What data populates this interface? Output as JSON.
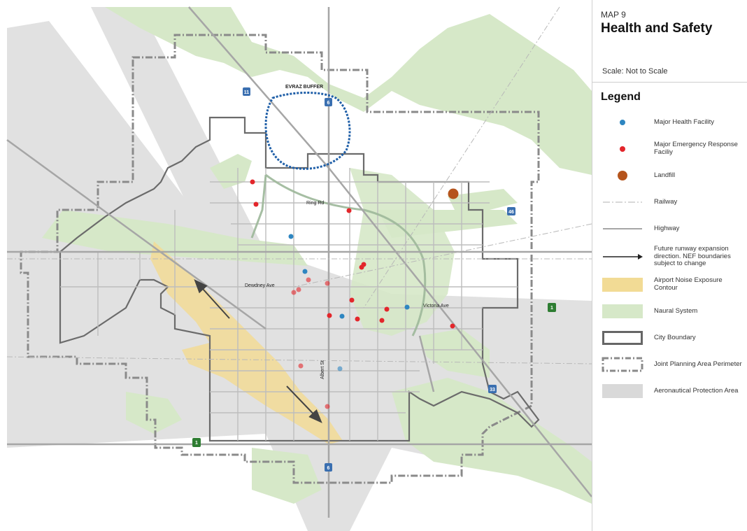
{
  "title_block": {
    "map_number": "MAP 9",
    "title": "Health and Safety",
    "scale": "Scale: Not to Scale"
  },
  "legend": {
    "heading": "Legend",
    "items": [
      {
        "label": "Major Health Facility",
        "symbol": "dot",
        "color": "#2e86c1"
      },
      {
        "label": "Major Emergency Response Faciliy",
        "symbol": "dot",
        "color": "#e3262b"
      },
      {
        "label": "Landfill",
        "symbol": "dot-large",
        "color": "#b5541c"
      },
      {
        "label": "Railway",
        "symbol": "railway",
        "color": "#b0b0b0"
      },
      {
        "label": "Highway",
        "symbol": "line",
        "color": "#a6a6a6"
      },
      {
        "label": "Future runway expansion direction. NEF boundaries subject to change",
        "symbol": "arrow",
        "color": "#222222"
      },
      {
        "label": "Airport Noise Exposure Contour",
        "symbol": "fill",
        "color": "#f2db95"
      },
      {
        "label": "Naural System",
        "symbol": "fill",
        "color": "#d6e8c8"
      },
      {
        "label": "City Boundary",
        "symbol": "outline",
        "color": "#666666"
      },
      {
        "label": "Joint Planning Area Perimeter",
        "symbol": "dash-outline",
        "color": "#8a8a8a"
      },
      {
        "label": "Aeronautical Protection Area",
        "symbol": "fill",
        "color": "#d9d9d9"
      }
    ]
  },
  "map": {
    "labels": {
      "evraz_buffer": "EVRAZ BUFFER",
      "ring_rd": "Ring Rd",
      "dewdney_ave": "Dewdney Ave",
      "victoria_ave": "Victoria Ave",
      "albert_st": "Albert St"
    },
    "highway_shields": {
      "h11": "11",
      "h6_north": "6",
      "h46": "46",
      "h33": "33",
      "h6_south": "6",
      "h1_east": "1",
      "h1_west": "1"
    }
  }
}
